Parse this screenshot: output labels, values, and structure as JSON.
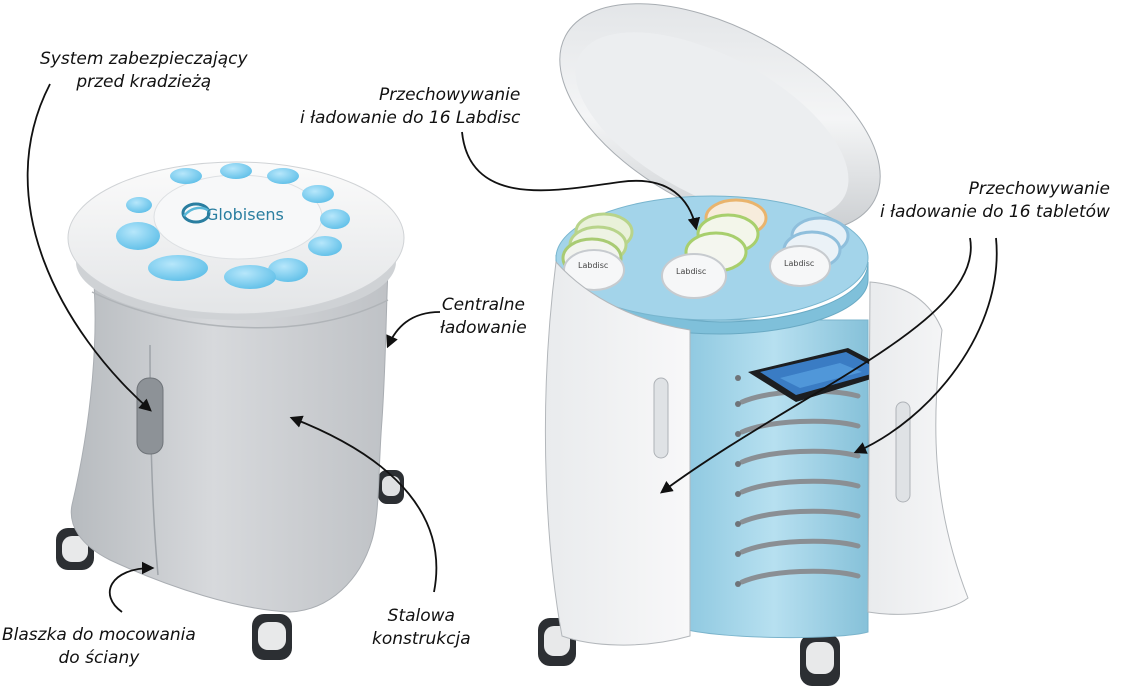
{
  "callouts": {
    "anti_theft": [
      "System zabezpieczający",
      "przed kradzieżą"
    ],
    "labdisc_storage": [
      "Przechowywanie",
      "i ładowanie do 16 Labdisc"
    ],
    "tablet_storage": [
      "Przechowywanie",
      "i ładowanie do 16 tabletów"
    ],
    "central_charging": [
      "Centralne",
      "ładowanie"
    ],
    "steel_frame": [
      "Stalowa",
      "konstrukcja"
    ],
    "wall_bracket": [
      "Blaszka do mocowania",
      "do ściany"
    ]
  },
  "brand": {
    "logo_text": "Globisens",
    "disc_label": "Labdisc"
  },
  "colors": {
    "accent_blue": "#8fd3ee",
    "pad_blue": "#6cc6ef",
    "inner_blue": "#a9d7ea",
    "body_gray": "#c9ccd0",
    "lid_white": "#f1f2f3",
    "logo_teal": "#2a7ea0"
  }
}
